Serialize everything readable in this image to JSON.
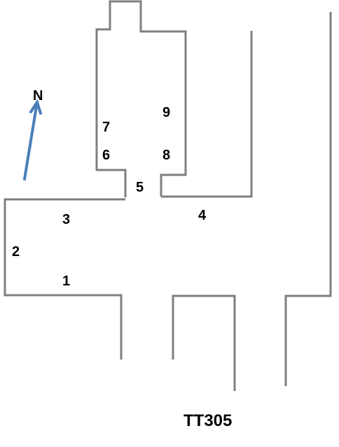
{
  "tomb_label": "TT305",
  "north_label": "N",
  "area_numbers": [
    "1",
    "2",
    "3",
    "4",
    "5",
    "6",
    "7",
    "8",
    "9"
  ],
  "colors": {
    "wall": "#7f7f7f",
    "arrow": "#4a7ebb",
    "text": "#000000",
    "background": "#ffffff"
  }
}
